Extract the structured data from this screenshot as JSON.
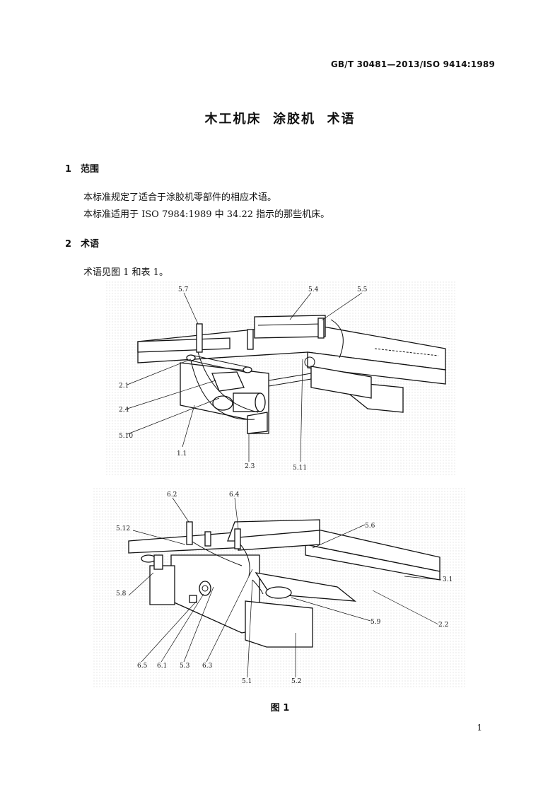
{
  "header": {
    "standard_no": "GB/T 30481—2013/ISO 9414:1989"
  },
  "title": "木工机床  涂胶机  术语",
  "sections": [
    {
      "number": "1",
      "heading": "范围",
      "paragraphs": [
        "本标准规定了适合于涂胶机零部件的相应术语。",
        "本标准适用于 ISO 7984:1989 中 34.22 指示的那些机床。"
      ]
    },
    {
      "number": "2",
      "heading": "术语",
      "paragraphs": [
        "术语见图 1 和表 1。"
      ]
    }
  ],
  "figure1_top": {
    "labels": {
      "l5_7": "5.7",
      "l5_4": "5.4",
      "l5_5": "5.5",
      "l2_1": "2.1",
      "l2_4": "2.4",
      "l5_10": "5.10",
      "l1_1": "1.1",
      "l2_3": "2.3",
      "l5_11": "5.11"
    }
  },
  "figure1_bottom": {
    "labels": {
      "l6_2": "6.2",
      "l6_4": "6.4",
      "l5_12": "5.12",
      "l5_6": "5.6",
      "l3_1": "3.1",
      "l5_8": "5.8",
      "l5_9": "5.9",
      "l2_2": "2.2",
      "l6_5": "6.5",
      "l6_1": "6.1",
      "l5_3": "5.3",
      "l6_3": "6.3",
      "l5_1": "5.1",
      "l5_2": "5.2"
    }
  },
  "caption": "图 1",
  "page_number": "1"
}
